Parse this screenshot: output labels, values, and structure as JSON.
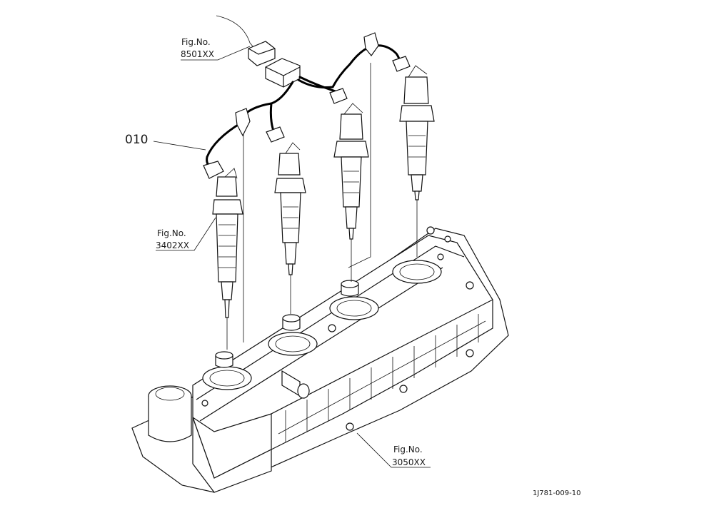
{
  "labels": {
    "item_010": "010",
    "harness_fig_prefix": "Fig.No.",
    "harness_fig_no": "8501XX",
    "injector_fig_prefix": "Fig.No.",
    "injector_fig_no": "3402XX",
    "cover_fig_prefix": "Fig.No.",
    "cover_fig_no": "3050XX",
    "drawing_code": "1J781-009-10"
  }
}
